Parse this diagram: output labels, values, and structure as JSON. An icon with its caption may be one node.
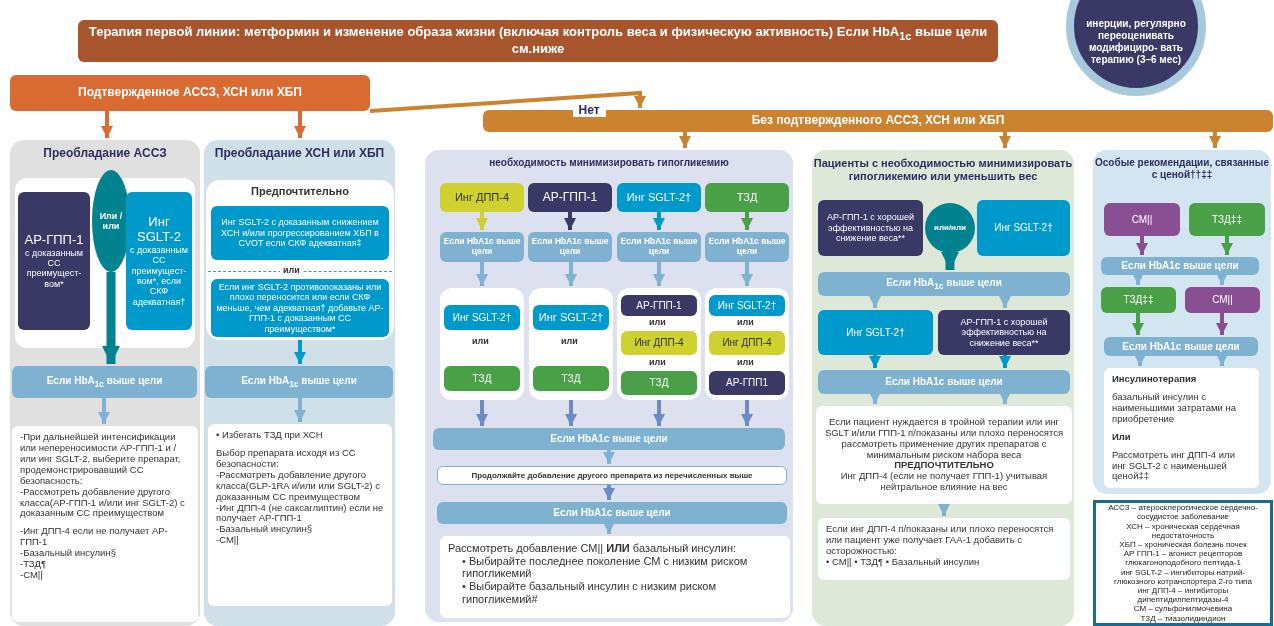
{
  "diagram": {
    "nodes": [
      {
        "text": [
          "Терапия первой линии: метформин и изменение образа жизни (включая контроль веса и физическую активность) Если HbA$_{1c}$ выше цели см.ниже"
        ]
      },
      {
        "text": [
          "Подтвержденное АССЗ, ХСН или ХБП"
        ]
      },
      {
        "text": [
          "Без подтвержденного АССЗ, ХСН или ХБП"
        ]
      },
      {
        "text": [
          "инерции, регулярно переоценивать модифициро- вать терапию (3–6 мес)"
        ]
      },
      {
        "text": [
          "Преобладание АССЗ"
        ]
      },
      {
        "text": [],
        "shape": "box",
        "in": 4
      },
      {
        "text": [
          "АР-ГПП-1",
          "с доказанным СС преимущест- вом*"
        ],
        "in": 5
      },
      {
        "text": [
          "Или /или"
        ],
        "in": 5
      },
      {
        "text": [
          "Инг SGLT-2",
          "с доказанным СС преимущест- вом*, если СКФ адекватная†"
        ],
        "in": 5
      },
      {
        "text": [
          "Если HbA$_{1c}$ выше цели"
        ],
        "in": 4
      },
      {
        "text": [
          "-При дальнейшей интенсификации или непереносимости АР-ГПП-1 и /или инг SGLT-2, выберите препарат, продемонстрировавший СС безопасность:",
          "-Рассмотреть добавление другого класса(АР-ГПП-1 и/или инг SGLT-2) с доказанным СС преимуществом",
          "-Инг ДПП-4 если не получает АР-ГПП-1",
          "-Базальный инсулин§",
          "-ТЗД¶",
          "-СМ||"
        ],
        "in": 4
      },
      {
        "text": [
          "Преобладание ХСН или ХБП"
        ]
      },
      {
        "text": [
          "Предпочтительно"
        ],
        "in": 11
      },
      {
        "text": [
          "Инг SGLT-2 с доказанным снижением ХСН и/или прогрессированием ХБП в CVOT если СКФ адекватная‡"
        ],
        "in": 12
      },
      {
        "text": [
          "Если инг SGLT-2 противопоказаны или плохо переносится или если СКФ меньше, чем адекватная† добавьте АР-ГПП-1 с доказанным СС преимуществом*"
        ],
        "in": 12
      },
      {
        "text": [
          "Если HbA$_{1c}$ выше цели"
        ],
        "in": 11
      },
      {
        "text": [
          "• Избегать ТЗД при ХСН",
          "Выбор препарата исходя из СС безопасности:",
          "-Рассмотреть добавление другого класса(GLP-1RA и/или или SGLT-2) с доказанным СС преимуществом",
          "-Инг ДПП-4 (не саксаглиптин) если не получает АР-ГПП-1",
          "-Базальный инсулин§",
          "-СМ||"
        ],
        "in": 11
      },
      {
        "text": [
          "необходимость минимизировать гипогликемию"
        ]
      },
      {
        "text": [
          "Инг ДПП-4"
        ],
        "in": 17
      },
      {
        "text": [
          "АР-ГПП-1"
        ],
        "in": 17
      },
      {
        "text": [
          "Инг SGLT-2†"
        ],
        "in": 17
      },
      {
        "text": [
          "ТЗД"
        ],
        "in": 17
      },
      {
        "text": [
          "Если HbA1c выше цели"
        ],
        "in": 17
      },
      {
        "text": [
          "Если HbA1c выше цели"
        ],
        "in": 17
      },
      {
        "text": [
          "Если HbA1c выше цели"
        ],
        "in": 17
      },
      {
        "text": [
          "Если HbA1c выше цели"
        ],
        "in": 17
      },
      {
        "text": [],
        "shape": "box",
        "in": 17
      },
      {
        "text": [
          "Инг SGLT-2†"
        ],
        "in": 26
      },
      {
        "text": [
          "ТЗД"
        ],
        "in": 26
      },
      {
        "text": [],
        "shape": "box",
        "in": 17
      },
      {
        "text": [
          "Инг SGLT-2†"
        ],
        "in": 29
      },
      {
        "text": [
          "ТЗД"
        ],
        "in": 29
      },
      {
        "text": [],
        "shape": "box",
        "in": 17
      },
      {
        "text": [
          "АР-ГПП-1"
        ],
        "in": 32
      },
      {
        "text": [
          "Инг ДПП-4"
        ],
        "in": 32
      },
      {
        "text": [
          "ТЗД"
        ],
        "in": 32
      },
      {
        "text": [],
        "shape": "box",
        "in": 17
      },
      {
        "text": [
          "Инг SGLT-2†"
        ],
        "in": 36
      },
      {
        "text": [
          "Инг ДПП-4"
        ],
        "in": 36
      },
      {
        "text": [
          "АР-ГПП1"
        ],
        "in": 36
      },
      {
        "text": [
          "Если HbA1c выше цели"
        ],
        "in": 17
      },
      {
        "text": [
          "Продолжайте добавление другого препарата из перечисленных выше"
        ],
        "in": 17
      },
      {
        "text": [
          "Если HbA1c выше цели"
        ],
        "in": 17
      },
      {
        "text": [
          "Рассмотреть добавление СМ|| **ИЛИ** базальный инсулин:",
          "• Выбирайте последнее поколение СМ с низким риском гипогликемий",
          "• Выбирайте базальный инсулин с низким риском гипогликемий#"
        ],
        "in": 17
      },
      {
        "text": [
          "Пациенты с необходимостью минимизировать гипогликемию или уменьшить вес"
        ]
      },
      {
        "text": [
          "АР-ГПП-1 с хорошей эффективностью на снижение веса**"
        ],
        "in": 44
      },
      {
        "text": [
          "или/или"
        ],
        "in": 44
      },
      {
        "text": [
          "Инг SGLT-2†"
        ],
        "in": 44
      },
      {
        "text": [
          "Если HbA$_{1c}$ выше цели"
        ],
        "in": 44
      },
      {
        "text": [
          "Инг SGLT-2†"
        ],
        "in": 44
      },
      {
        "text": [
          "АР-ГПП-1 с хорошей эффективностью на снижение веса**"
        ],
        "in": 44
      },
      {
        "text": [
          "Если HbA1c выше цели"
        ],
        "in": 44
      },
      {
        "text": [
          "Если пациент нуждается в тройной терапии или инг SGLT и/или ГПП-1 п/показаны или плохо переносятся рассмотреть применение других препаратов с минимальным риском набора веса",
          "ПРЕДПОЧТИТЕЛЬНО",
          "Инг ДПП-4 (если не получает ГПП-1) учитывая нейтральное влияние на вес"
        ],
        "in": 44
      },
      {
        "text": [
          "Если инг ДПП-4 п/показаны или плохо переносятся или пациент уже получает ГАА-1 добавить с осторожностью:",
          "• СМ|| • ТЗД¶ • Базальный инсулин"
        ],
        "in": 44
      },
      {
        "text": [
          "Особые рекомендации, связанные с ценой††‡‡"
        ]
      },
      {
        "text": [
          "СМ||"
        ],
        "in": 54
      },
      {
        "text": [
          "ТЗД‡‡"
        ],
        "in": 54
      },
      {
        "text": [
          "Если HbA1c выше цели"
        ],
        "in": 54
      },
      {
        "text": [
          "ТЗД‡‡"
        ],
        "in": 54
      },
      {
        "text": [
          "СМ||"
        ],
        "in": 54
      },
      {
        "text": [
          "Если HbA1c выше цели"
        ],
        "in": 54
      },
      {
        "text": [
          "Инсулинотерапия",
          "базальный инсулин с наименьшими затратами на приобретение",
          "Или",
          "Рассмотреть инг ДПП-4 или инг SGLT-2 с наименьшей ценой‡‡"
        ],
        "in": 54
      },
      {
        "text": [
          "АССЗ – атеросклеротическое сердечно-сосудистое заболевание",
          "ХСН – хроническая сердечная недостаточность",
          "ХБП – хроническая болезнь почек",
          "АР ГПП-1 – агонист рецепторов глюкагоноподобного пептида-1",
          "инг SGLT-2 – ингибиторы натрий-глюкозного котранспортера 2-го типа",
          "инг ДПП-4 – ингибиторы дипептидилпептидазы-4",
          "СМ – сульфонилмочевина",
          "ТЗД – тиазолидиндион"
        ]
      }
    ],
    "edges": [
      {
        "from": 1,
        "to": 4,
        "arrow": "to",
        "color": "#d96b32"
      },
      {
        "from": 1,
        "to": 11,
        "arrow": "to",
        "color": "#d96b32"
      },
      {
        "from": 1,
        "to": 2,
        "arrow": "to",
        "label": "Нет",
        "color": "#cc8330"
      },
      {
        "from": 7,
        "to": 9,
        "arrow": "to",
        "color": "#00838f",
        "style": "thick"
      },
      {
        "from": 9,
        "to": 10,
        "arrow": "to"
      },
      {
        "from": 12,
        "to": 15,
        "arrow": "to",
        "color": "#0099cc"
      },
      {
        "from": 15,
        "to": 16,
        "arrow": "to"
      },
      {
        "from": 2,
        "to": 17,
        "arrow": "to",
        "color": "#cc8330"
      },
      {
        "from": 2,
        "to": 44,
        "arrow": "to",
        "color": "#cc8330"
      },
      {
        "from": 2,
        "to": 54,
        "arrow": "to",
        "color": "#cc8330"
      },
      {
        "from": 18,
        "to": 22,
        "arrow": "to",
        "color": "#cfd12e"
      },
      {
        "from": 19,
        "to": 23,
        "arrow": "to",
        "color": "#3a3864"
      },
      {
        "from": 20,
        "to": 24,
        "arrow": "to",
        "color": "#0099cc"
      },
      {
        "from": 21,
        "to": 25,
        "arrow": "to",
        "color": "#4aa046"
      },
      {
        "from": 22,
        "to": 26,
        "arrow": "to"
      },
      {
        "from": 23,
        "to": 29,
        "arrow": "to"
      },
      {
        "from": 24,
        "to": 32,
        "arrow": "to"
      },
      {
        "from": 25,
        "to": 36,
        "arrow": "to"
      },
      {
        "from": 26,
        "to": 40,
        "arrow": "to",
        "color": "#6a8cc0"
      },
      {
        "from": 29,
        "to": 40,
        "arrow": "to",
        "color": "#6a8cc0"
      },
      {
        "from": 32,
        "to": 40,
        "arrow": "to",
        "color": "#6a8cc0"
      },
      {
        "from": 36,
        "to": 40,
        "arrow": "to",
        "color": "#6a8cc0"
      },
      {
        "from": 40,
        "to": 41,
        "arrow": "to"
      },
      {
        "from": 41,
        "to": 42,
        "arrow": "to",
        "color": "#6a8cc0"
      },
      {
        "from": 42,
        "to": 43,
        "arrow": "to"
      },
      {
        "from": 46,
        "to": 48,
        "arrow": "to",
        "color": "#00838f",
        "style": "thick"
      },
      {
        "from": 48,
        "to": 49,
        "arrow": "to"
      },
      {
        "from": 48,
        "to": 50,
        "arrow": "to"
      },
      {
        "from": 49,
        "to": 51,
        "arrow": "to",
        "color": "#0099cc"
      },
      {
        "from": 50,
        "to": 51,
        "arrow": "to",
        "color": "#0099cc"
      },
      {
        "from": 51,
        "to": 52,
        "arrow": "to"
      },
      {
        "from": 51,
        "to": 52,
        "arrow": "to"
      },
      {
        "from": 52,
        "to": 53,
        "arrow": "to"
      },
      {
        "from": 55,
        "to": 57,
        "arrow": "to",
        "color": "#8a4f92"
      },
      {
        "from": 56,
        "to": 57,
        "arrow": "to",
        "color": "#4aa046"
      },
      {
        "from": 57,
        "to": 58,
        "arrow": "to"
      },
      {
        "from": 57,
        "to": 59,
        "arrow": "to"
      },
      {
        "from": 58,
        "to": 60,
        "arrow": "to",
        "color": "#4aa046"
      },
      {
        "from": 59,
        "to": 60,
        "arrow": "to",
        "color": "#8a4f92"
      },
      {
        "from": 60,
        "to": 61,
        "arrow": "to"
      },
      {
        "from": 60,
        "to": 61,
        "arrow": "to"
      }
    ],
    "labels": [
      "или",
      "или",
      "или",
      "или",
      "или",
      "или",
      "или"
    ]
  }
}
